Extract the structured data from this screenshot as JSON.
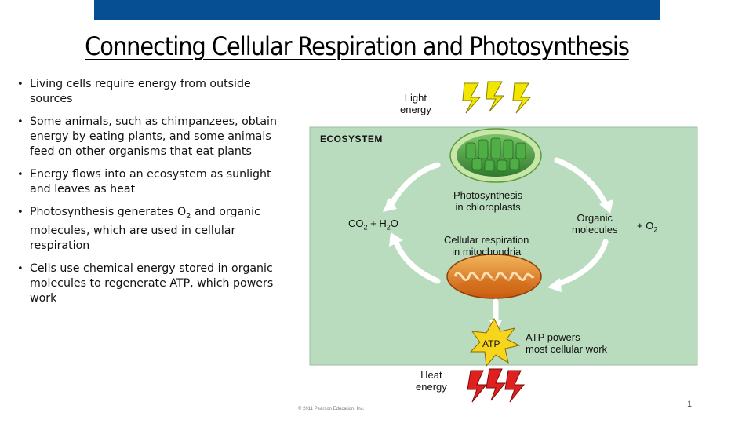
{
  "slide": {
    "title": "Connecting Cellular Respiration and Photosynthesis",
    "page_number": "1"
  },
  "bullets": [
    "Living cells require energy from outside sources",
    "Some animals, such as chimpanzees, obtain energy by eating plants, and some animals feed on other organisms that eat plants",
    "Energy flows into an ecosystem as sunlight and leaves as heat",
    {
      "pre": "Photosynthesis generates O",
      "sub": "2",
      "post": " and organic molecules, which are used in cellular respiration"
    },
    "Cells use chemical energy stored in organic molecules to regenerate ATP, which powers work"
  ],
  "diagram": {
    "light_energy": [
      "Light",
      "energy"
    ],
    "ecosystem": "ECOSYSTEM",
    "photosynthesis": [
      "Photosynthesis",
      "in chloroplasts"
    ],
    "co2_h2o": {
      "a": "CO",
      "a_sub": "2",
      "b": " + H",
      "b_sub": "2",
      "c": "O"
    },
    "organic_molecules": [
      "Organic",
      "molecules"
    ],
    "o2": {
      "a": "+ O",
      "a_sub": "2"
    },
    "cellular_respiration": [
      "Cellular respiration",
      "in mitochondria"
    ],
    "atp": "ATP",
    "atp_powers": [
      "ATP powers",
      "most cellular work"
    ],
    "heat_energy": [
      "Heat",
      "energy"
    ],
    "credit": "© 2011 Pearson Education, Inc.",
    "colors": {
      "ecosystem_bg": "#b9dcbf",
      "light_bolt": "#f2e600",
      "heat_bolt": "#e01f1f",
      "atp_star": "#f7d51d",
      "arrow": "#ffffff",
      "chloroplast": "#3d8f3a",
      "mitochondrion": "#e0751c"
    }
  }
}
